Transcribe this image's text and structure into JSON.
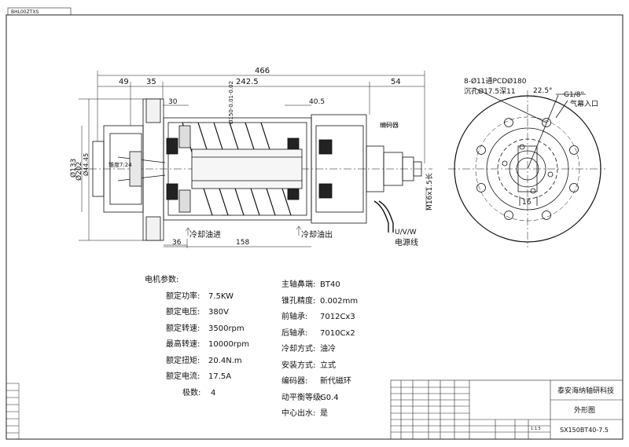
{
  "drawing_code": "BHL00ZTXS",
  "dimensions": {
    "total_length": "466",
    "front": "49",
    "flange": "35",
    "body": "242.5",
    "rear": "54",
    "d30": "30",
    "rear_inner": "40.5",
    "coolant_gap": "36",
    "coolant_span": "158",
    "dia_body": "Ø202",
    "dia_flange": "Ø133",
    "dia_nose": "Ø44.45",
    "dia_fit": "Ø150-0.01-0.02",
    "taper": "锥度7:24",
    "thread": "M16x1.5长"
  },
  "labels": {
    "encoder": "编码器",
    "coolant_in": "冷却油进",
    "coolant_out": "冷却油出",
    "power_wire_1": "U/V/W",
    "power_wire_2": "电源线",
    "bolt_pattern_1": "8-Ø11通PCDØ180",
    "bolt_pattern_2": "沉孔Ø17.5深11",
    "angle": "22.5°",
    "air_port_1": "G1/8\"",
    "air_port_2": "气幕入口",
    "end_dim": "16"
  },
  "motor_params": {
    "heading": "电机参数:",
    "rows": [
      {
        "k": "额定功率:",
        "v": "7.5KW"
      },
      {
        "k": "额定电压:",
        "v": "380V"
      },
      {
        "k": "额定转速:",
        "v": "3500rpm"
      },
      {
        "k": "最高转速:",
        "v": "10000rpm"
      },
      {
        "k": "额定扭矩:",
        "v": "20.4N.m"
      },
      {
        "k": "额定电流:",
        "v": "17.5A"
      },
      {
        "k": "极数:",
        "v": "4"
      }
    ]
  },
  "spindle_params": {
    "rows": [
      {
        "k": "主轴鼻端:",
        "v": "BT40"
      },
      {
        "k": "锥孔精度:",
        "v": "0.002mm"
      },
      {
        "k": "前轴承:",
        "v": "7012Cx3"
      },
      {
        "k": "后轴承:",
        "v": "7010Cx2"
      },
      {
        "k": "冷却方式:",
        "v": "油冷"
      },
      {
        "k": "安装方式:",
        "v": "立式"
      },
      {
        "k": "编码器:",
        "v": "新代磁环"
      },
      {
        "k": "动平衡等级:",
        "v": "G0.4"
      },
      {
        "k": "中心出水:",
        "v": "是"
      }
    ]
  },
  "title_block": {
    "company": "泰安海纳轴研科技",
    "drawing_name": "外形图",
    "part_no": "SX150BT40-7.5",
    "scale": "1:1.5"
  },
  "colors": {
    "line": "#111111",
    "border": "#222222"
  }
}
